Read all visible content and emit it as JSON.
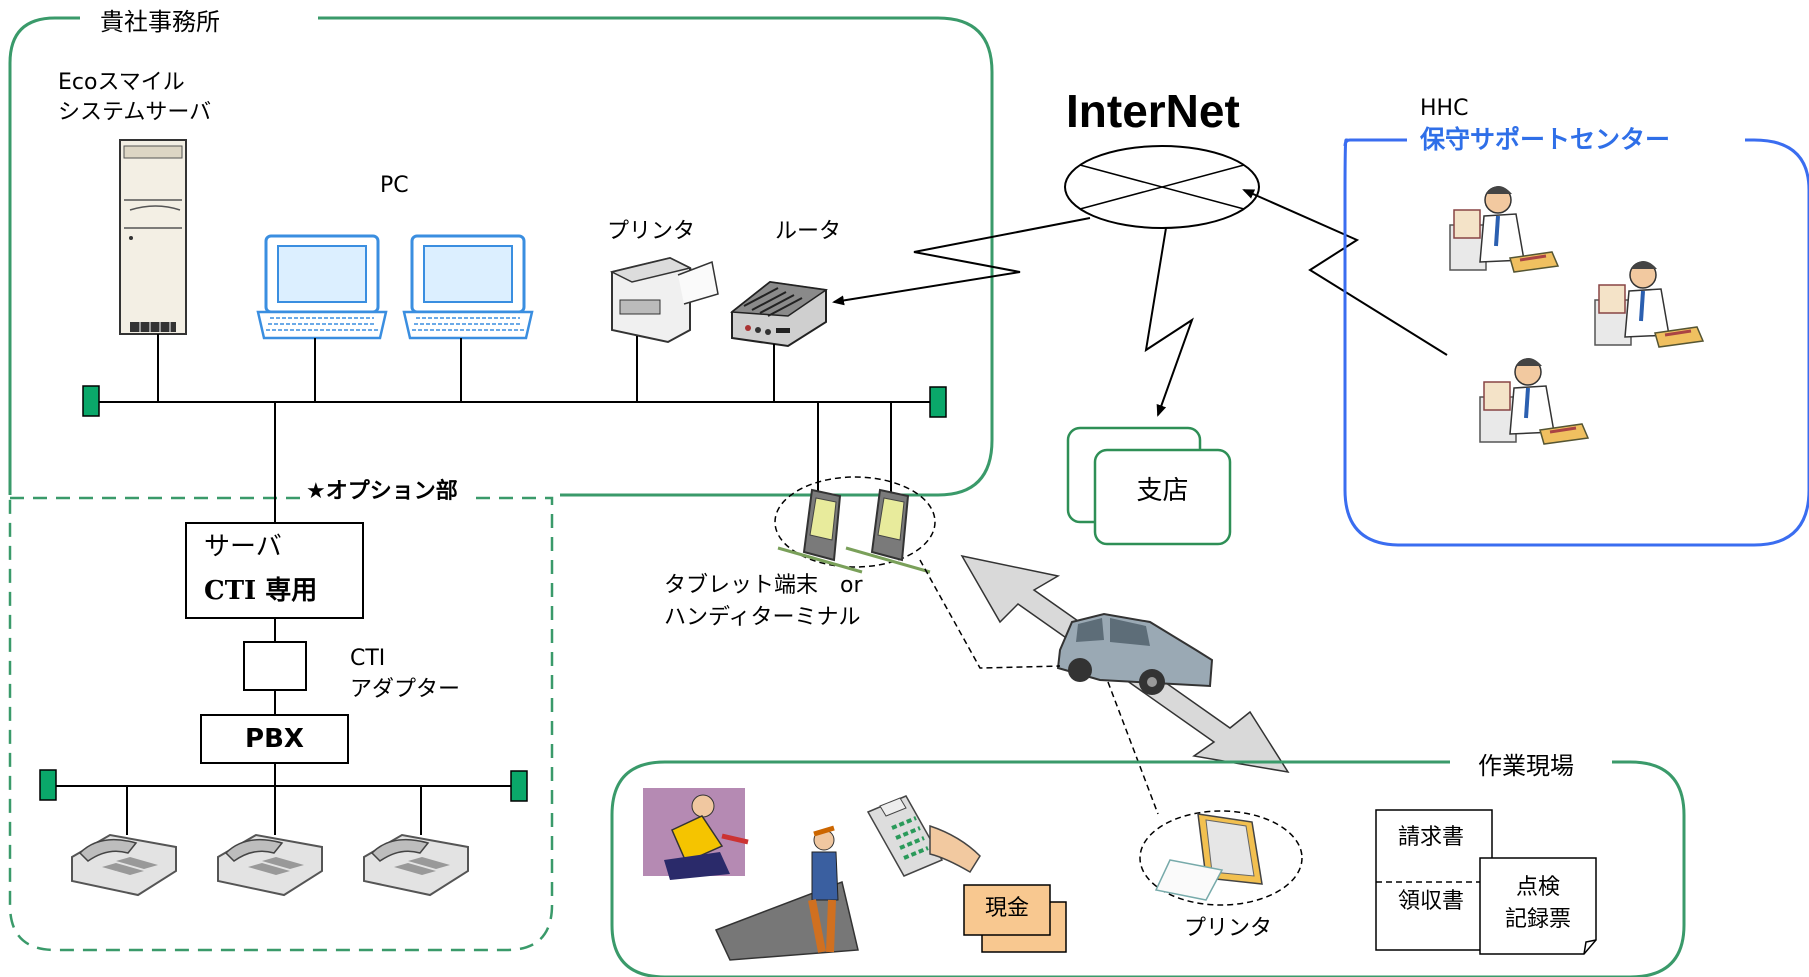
{
  "sections": {
    "office": "貴社事務所",
    "option": "★オプション部",
    "support_prefix": "HHC",
    "support": "保守サポートセンター",
    "site": "作業現場"
  },
  "labels": {
    "eco_server_line1": "Ecoスマイル",
    "eco_server_line2": "システムサーバ",
    "pc": "PC",
    "printer": "プリンタ",
    "router": "ルータ",
    "internet": "InterNet",
    "branch": "支店",
    "tablet_line1": "タブレット端末　or",
    "tablet_line2": "ハンディターミナル",
    "cti_server_line1": "サーバ",
    "cti_server_line2": "CTI 専用",
    "cti_adapter_line1": "CTI",
    "cti_adapter_line2": "アダプター",
    "pbx": "PBX",
    "cash": "現金",
    "site_printer": "プリンタ",
    "invoice": "請求書",
    "receipt": "領収書",
    "inspection_line1": "点検",
    "inspection_line2": "記録票"
  },
  "colors": {
    "office_border": "#3a9a6a",
    "support_border": "#3a6df0",
    "support_title": "#2f6fe8",
    "terminator": "#0aa86a",
    "cash_fill": "#f8c890",
    "arrow_fill": "#d9d9d9"
  }
}
